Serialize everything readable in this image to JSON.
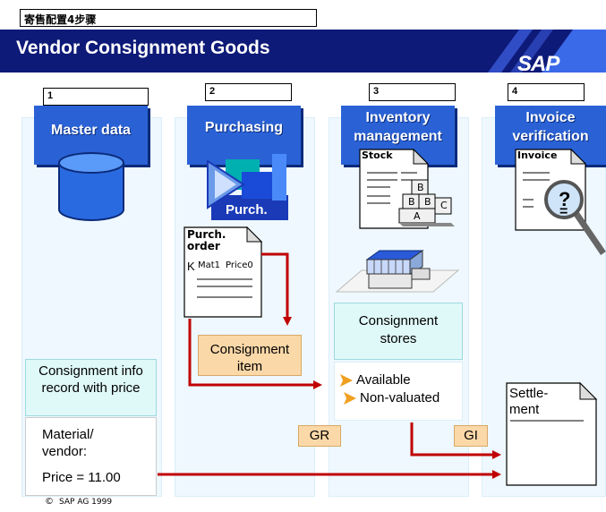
{
  "top_caption": "寄售配置4步骤",
  "title": "Vendor Consignment Goods",
  "brand": "SAP",
  "steps": [
    {
      "number": "1",
      "header": "Master data"
    },
    {
      "number": "2",
      "header": "Purchasing"
    },
    {
      "number": "3",
      "header": "Inventory management"
    },
    {
      "number": "4",
      "header": "Invoice verification"
    }
  ],
  "purch_icon_label": "Purch.",
  "purch_order": {
    "title": "Purch. order",
    "k": "K",
    "mat": "Mat1",
    "price": "Price0"
  },
  "stock_doc": {
    "title": "Stock",
    "boxes": [
      "B",
      "B",
      "B",
      "C",
      "A"
    ]
  },
  "invoice_doc": {
    "title": "Invoice",
    "q": "?",
    "eq": "="
  },
  "consignment_item": "Consignment item",
  "consignment_stores": "Consignment stores",
  "available": "Available",
  "non_valuated": "Non-valuated",
  "info_record": "Consignment info record with price",
  "material_vendor": "Material/ vendor:",
  "price": "Price = 11.00",
  "gr": "GR",
  "gi": "GI",
  "settlement": "Settle- ment",
  "copyright": "SAP AG 1999",
  "colors": {
    "banner": "#0e1a78",
    "header": "#2a62d6",
    "arrow": "#c00000",
    "column": "#eef8fe"
  }
}
